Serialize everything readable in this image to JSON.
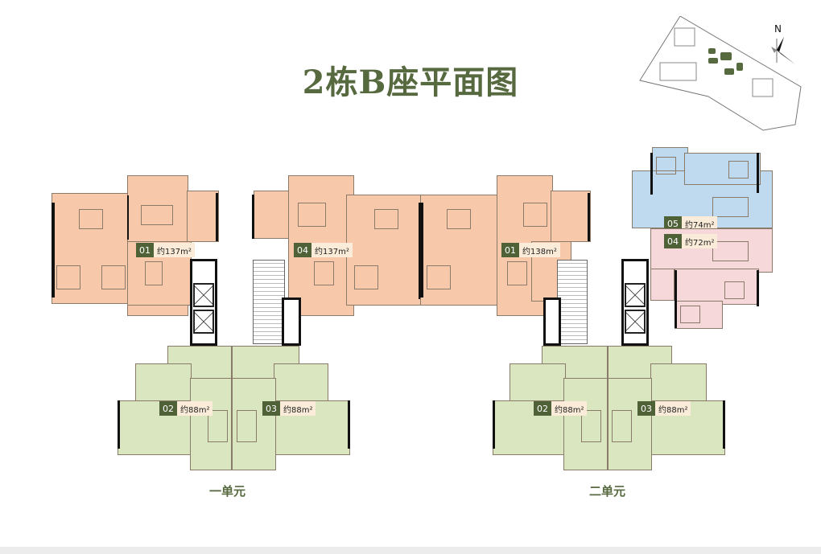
{
  "title": "2栋B座平面图",
  "units": [
    {
      "label": "一单元"
    },
    {
      "label": "二单元"
    }
  ],
  "apartments": [
    {
      "id": "u1-01",
      "number": "01",
      "area": "约137m²",
      "color": "#f7c8aa"
    },
    {
      "id": "u1-04",
      "number": "04",
      "area": "约137m²",
      "color": "#f7c8aa"
    },
    {
      "id": "u2-01",
      "number": "01",
      "area": "约138m²",
      "color": "#f7c8aa"
    },
    {
      "id": "u2-05",
      "number": "05",
      "area": "约74m²",
      "color": "#bfd9ee"
    },
    {
      "id": "u2-04",
      "number": "04",
      "area": "约72m²",
      "color": "#f6d8da"
    },
    {
      "id": "u1-02",
      "number": "02",
      "area": "约88m²",
      "color": "#d9e6bf"
    },
    {
      "id": "u1-03",
      "number": "03",
      "area": "约88m²",
      "color": "#d9e6bf"
    },
    {
      "id": "u2-02",
      "number": "02",
      "area": "约88m²",
      "color": "#d9e6bf"
    },
    {
      "id": "u2-03",
      "number": "03",
      "area": "约88m²",
      "color": "#d9e6bf"
    }
  ],
  "compass": {
    "label": "N",
    "icon": "north-arrow-icon"
  },
  "colors": {
    "title": "#56693f",
    "tag_bg": "#4f6237",
    "tag_area_bg": "#fbecd9",
    "large_unit": "#f7c8aa",
    "small_unit": "#d9e6bf",
    "unit_05": "#bfd9ee",
    "unit_04_small": "#f6d8da"
  }
}
